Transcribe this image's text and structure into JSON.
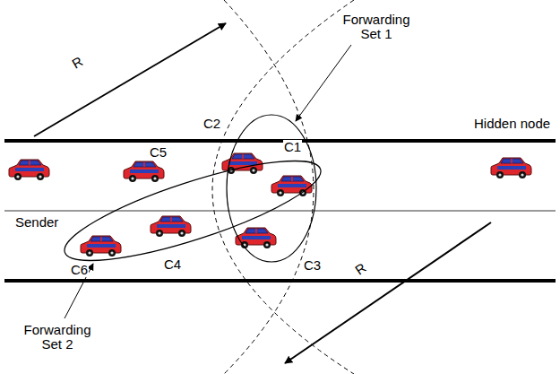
{
  "diagram": {
    "labels": [
      "Forwarding Set 1",
      "R",
      "C2",
      "Hidden node",
      "C1",
      "C5",
      "Sender",
      "C4",
      "C3",
      "C6",
      "R",
      "Forwarding Set 2"
    ]
  }
}
